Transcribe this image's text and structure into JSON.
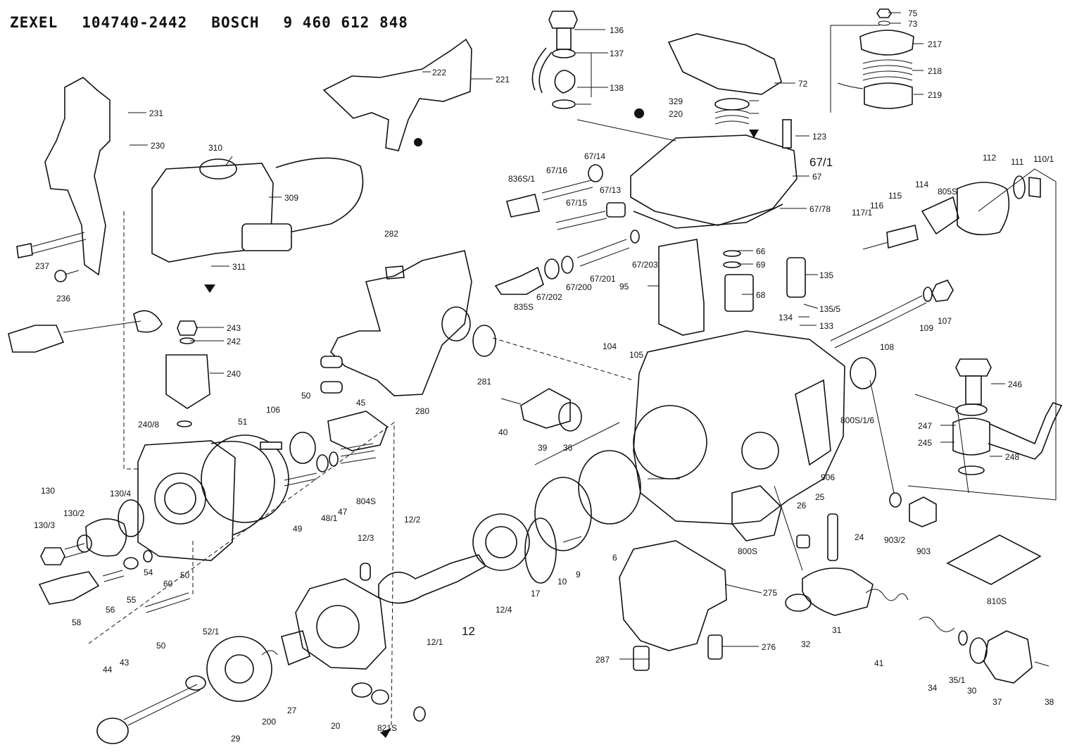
{
  "header": {
    "maker1": "ZEXEL",
    "number1": "104740-2442",
    "maker2": "BOSCH",
    "number2": "9 460 612 848"
  },
  "labels": {
    "p75": "75",
    "p73": "73",
    "p217": "217",
    "p218": "218",
    "p219": "219",
    "p136": "136",
    "p137": "137",
    "p138": "138",
    "p222": "222",
    "p221": "221",
    "p231": "231",
    "p230": "230",
    "p72": "72",
    "p329": "329",
    "p220": "220",
    "p123": "123",
    "p67_1": "67/1",
    "p67": "67",
    "p67_78": "67/78",
    "p110_1": "110/1",
    "p111": "111",
    "p112": "112",
    "p310": "310",
    "p309": "309",
    "p311": "311",
    "p67_14": "67/14",
    "p836s_1": "836S/1",
    "p67_16": "67/16",
    "p67_13": "67/13",
    "p67_15": "67/15",
    "p805s": "805S",
    "p114": "114",
    "p115": "115",
    "p116": "116",
    "p117_1": "117/1",
    "p237": "237",
    "p236": "236",
    "p282": "282",
    "p66": "66",
    "p69": "69",
    "p68": "68",
    "p95": "95",
    "p67_203": "67/203",
    "p67_201": "67/201",
    "p67_202": "67/202",
    "p67_200": "67/200",
    "p835s": "835S",
    "p135": "135",
    "p135_5": "135/5",
    "p134": "134",
    "p133": "133",
    "p107": "107",
    "p109": "109",
    "p108": "108",
    "p243": "243",
    "p242": "242",
    "p240": "240",
    "p240_8": "240/8",
    "p281": "281",
    "p280": "280",
    "p104": "104",
    "p105": "105",
    "p246": "246",
    "p247": "247",
    "p245": "245",
    "p248": "248",
    "p800s_1_6": "800S/1/6",
    "p106": "106",
    "p50a": "50",
    "p51": "51",
    "p45": "45",
    "p40": "40",
    "p39": "39",
    "p36": "36",
    "p906": "906",
    "p130": "130",
    "p130_4": "130/4",
    "p130_2": "130/2",
    "p130_3": "130/3",
    "p49": "49",
    "p48_1": "48/1",
    "p47": "47",
    "p804s": "804S",
    "p12_2": "12/2",
    "p12_3": "12/3",
    "p26": "26",
    "p25": "25",
    "p24": "24",
    "p903_2": "903/2",
    "p903": "903",
    "p800s": "800S",
    "p54": "54",
    "p60": "60",
    "p50b": "50",
    "p17": "17",
    "p10": "10",
    "p9": "9",
    "p6": "6",
    "p810s": "810S",
    "p58": "58",
    "p56": "56",
    "p55": "55",
    "p12_4": "12/4",
    "p12_1": "12/1",
    "p12": "12",
    "p275": "275",
    "p32": "32",
    "p31": "31",
    "p41": "41",
    "p52_1": "52/1",
    "p50c": "50",
    "p44": "44",
    "p43": "43",
    "p287": "287",
    "p276": "276",
    "p34": "34",
    "p35_1": "35/1",
    "p30": "30",
    "p37": "37",
    "p38": "38",
    "p200": "200",
    "p27": "27",
    "p29": "29",
    "p20": "20",
    "p821s": "821S"
  }
}
